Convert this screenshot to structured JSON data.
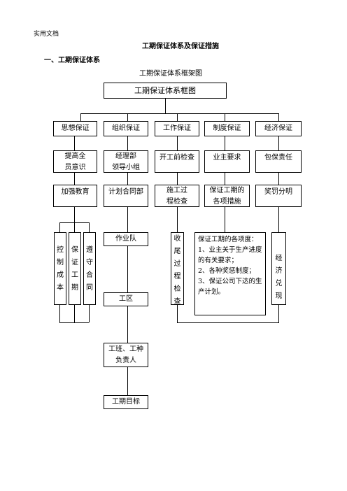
{
  "header": {
    "doc_type": "实用文档"
  },
  "title": "工期保证体系及保证措施",
  "section_heading": "一、工期保证体系",
  "diagram_caption": "工期保证体系框架图",
  "root": "工期保证体系框图",
  "categories": [
    "思想保证",
    "组织保证",
    "工作保证",
    "制度保证",
    "经济保证"
  ],
  "level2": {
    "col1": [
      "提高全",
      "员意识"
    ],
    "col2": [
      "经理部",
      "领导小组"
    ],
    "col3": "开工前检查",
    "col4": "业主要求",
    "col5": "包保责任"
  },
  "level3": {
    "col1": "加强教育",
    "col2": "计划合同部",
    "col3": [
      "施工过",
      "程检查"
    ],
    "col4": [
      "保证工期的",
      "各项措施"
    ],
    "col5": "奖罚分明"
  },
  "vertical_boxes": {
    "control_cost": [
      "控",
      "制",
      "成",
      "本"
    ],
    "ensure_period": [
      "保",
      "证",
      "工",
      "期"
    ],
    "obey_contract": [
      "遵",
      "守",
      "合",
      "同"
    ],
    "finish_check": [
      "收",
      "尾",
      "过",
      "程",
      "检",
      "查"
    ],
    "economic_cash": [
      "经",
      "济",
      "兑",
      "现"
    ]
  },
  "chain": {
    "team": "作业队",
    "area": "工区",
    "crew": [
      "工班、工种",
      "负责人"
    ],
    "target": "工期目标"
  },
  "items_box": [
    "保证工期的各项度：",
    "1、业主关于生产进度",
    "的有关要求；",
    "2、各种奖惩制度；",
    "3、保证公司下达的生",
    "产计划。"
  ]
}
